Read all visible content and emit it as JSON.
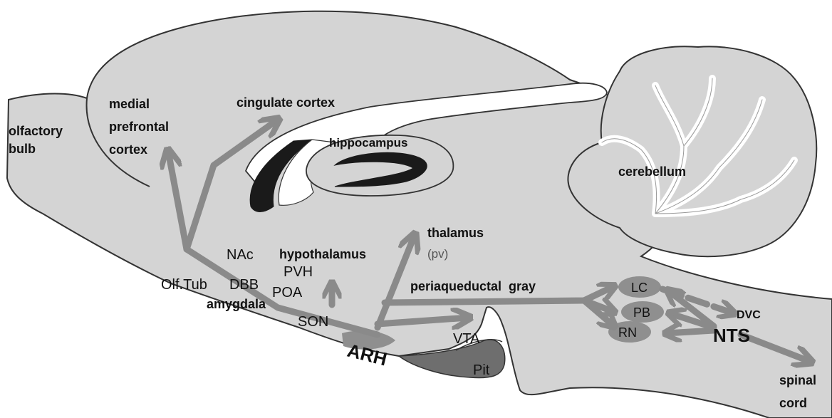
{
  "colors": {
    "background": "#ffffff",
    "brain_fill": "#d4d4d4",
    "outline": "#333333",
    "arrow": "#8a8a8a",
    "nucleus": "#8f8f8f",
    "pituitary": "#6e6e6e",
    "hippocampus_dark": "#1a1a1a",
    "text": "#111111"
  },
  "labels": {
    "olfactory_bulb": [
      "olfactory",
      "bulb"
    ],
    "medial_prefrontal_cortex": [
      "medial",
      "prefrontal",
      "cortex"
    ],
    "cingulate_cortex": "cingulate cortex",
    "hippocampus": "hippocampus",
    "cerebellum": "cerebellum",
    "thalamus": "thalamus",
    "thalamus_pv": "(pv)",
    "nac": "NAc",
    "hypothalamus": "hypothalamus",
    "pvh": "PVH",
    "olf_tub": "Olf.Tub",
    "dbb": "DBB",
    "poa": "POA",
    "amygdala": "amygdala",
    "son": "SON",
    "arh": "ARH",
    "vta": "VTA",
    "pit": "Pit",
    "periaqueductal_gray": "periaqueductal  gray",
    "lc": "LC",
    "pb": "PB",
    "rn": "RN",
    "dvc": "DVC",
    "nts": "NTS",
    "spinal_cord": [
      "spinal",
      "cord"
    ]
  }
}
